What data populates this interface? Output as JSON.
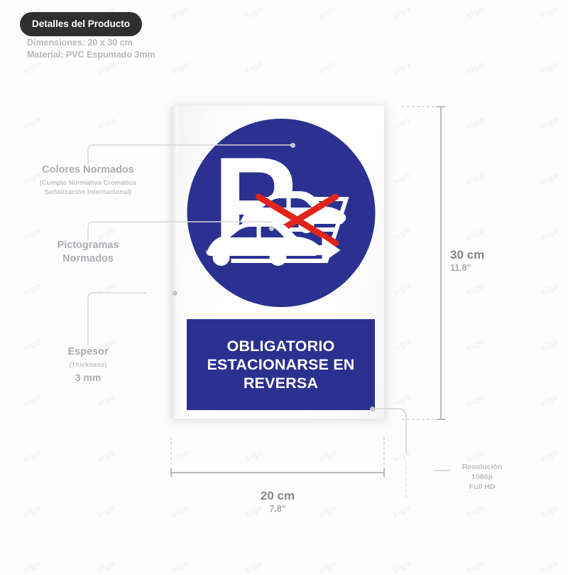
{
  "header": {
    "badge_label": "Detalles del Producto",
    "spec_line_1": "Dimensiones: 20 x 30 cm",
    "spec_line_2": "Material: PVC Espumado 3mm"
  },
  "annotations": [
    {
      "id": "colores-normados",
      "title": "Colores Normados",
      "subtitle_line_1": "(Cumple Normativa Cromática",
      "subtitle_line_2": "Señalización Internacional)"
    },
    {
      "id": "pictogramas-normados",
      "title_line_1": "Pictogramas",
      "title_line_2": "Normados"
    },
    {
      "id": "espesor",
      "title": "Espesor",
      "subtitle": "(Thickness)",
      "value": "3 mm"
    }
  ],
  "sign": {
    "banner_line_1": "OBLIGATORIO",
    "banner_line_2": "ESTACIONARSE EN",
    "banner_line_3": "REVERSA",
    "pictogram_letter": "P",
    "colors": {
      "blue": "#2b3190",
      "white": "#ffffff",
      "red": "#e1251b"
    }
  },
  "dimensions": {
    "height_cm": "30 cm",
    "height_in": "11.8\"",
    "width_cm": "20 cm",
    "width_in": "7.8\""
  },
  "resolution": {
    "label": "Resolución",
    "value": "1080p",
    "quality": "Full HD"
  },
  "watermark": {
    "text": "sigo"
  }
}
